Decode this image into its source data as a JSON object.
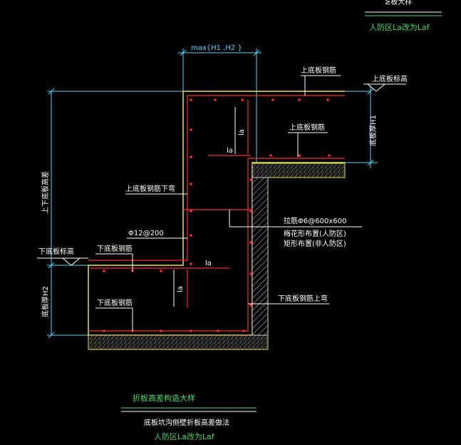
{
  "top_corner": {
    "line1": "≥板大样",
    "line2": "人防区La改为Laf"
  },
  "dimension": {
    "max_label": "max{H1 ,H2 }"
  },
  "labels": {
    "upper_top_bar": "上底板钢筋",
    "upper_elev": "上底板标高",
    "upper_bar_mid": "上底板钢筋",
    "upper_thickness": "底板厚H1",
    "height_diff": "上下底板高差",
    "upper_bar_bend": "上底板钢筋下弯",
    "phi12": "Φ12@200",
    "tie_bar": "拉筋Φ6@600x600",
    "tie_note1": "梅花形布置(人防区)",
    "tie_note2": "矩形布置(非人防区)",
    "lower_elev": "下底板标高",
    "lower_bar_top": "下底板钢筋",
    "lower_thickness": "底板厚H2",
    "lower_bar_bottom": "下底板钢筋",
    "lower_bar_bend": "下底板钢筋上弯",
    "la_1": "la",
    "la_2": "la",
    "la_3": "la",
    "la_4": "la"
  },
  "footer": {
    "title": "折板高差构造大样",
    "subtitle": "底板坑沟侧壁折板高差做法",
    "note": "人防区La改为Laf"
  },
  "colors": {
    "background": "#000000",
    "dimension": "#4ad9ff",
    "text": "#ffffff",
    "rebar_red": "#ff2a2a",
    "slab_yellow": "#e6e24a",
    "title_green": "#3fdc6a"
  }
}
